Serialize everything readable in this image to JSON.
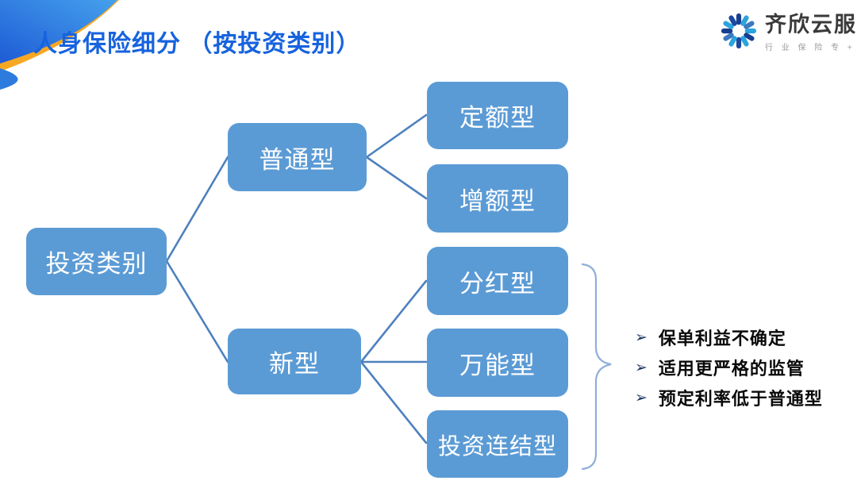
{
  "slide": {
    "title": "人身保险细分 （按投资类别）"
  },
  "logo": {
    "name": "齐欣云服",
    "tagline": "行 业 保 险 专 +",
    "icon": "starburst-pinwheel-icon"
  },
  "diagram": {
    "nodes": {
      "root": "投资类别",
      "ordinary": "普通型",
      "new_type": "新型",
      "fixed_amount": "定额型",
      "increasing_amount": "增额型",
      "dividend": "分红型",
      "universal": "万能型",
      "unit_linked": "投资连结型"
    }
  },
  "notes": {
    "bullet": "➢",
    "items": [
      {
        "text": "保单利益不确定"
      },
      {
        "text": "适用更严格的监管"
      },
      {
        "text": "预定利率低于普通型"
      }
    ]
  },
  "colors": {
    "node_fill": "#5B9BD5",
    "connector": "#4E81BD",
    "brace": "#8FAFD9",
    "title_blue": "#1763DE",
    "ribbon_blue_dark": "#1E5BD6",
    "ribbon_blue_light": "#45A1EC",
    "ribbon_orange": "#F7A823",
    "logo_navy": "#173F8F",
    "logo_light_blue": "#2BA3DC",
    "note_bullet_color": "#1F3864",
    "note_text_color": "#0a0a0a"
  }
}
